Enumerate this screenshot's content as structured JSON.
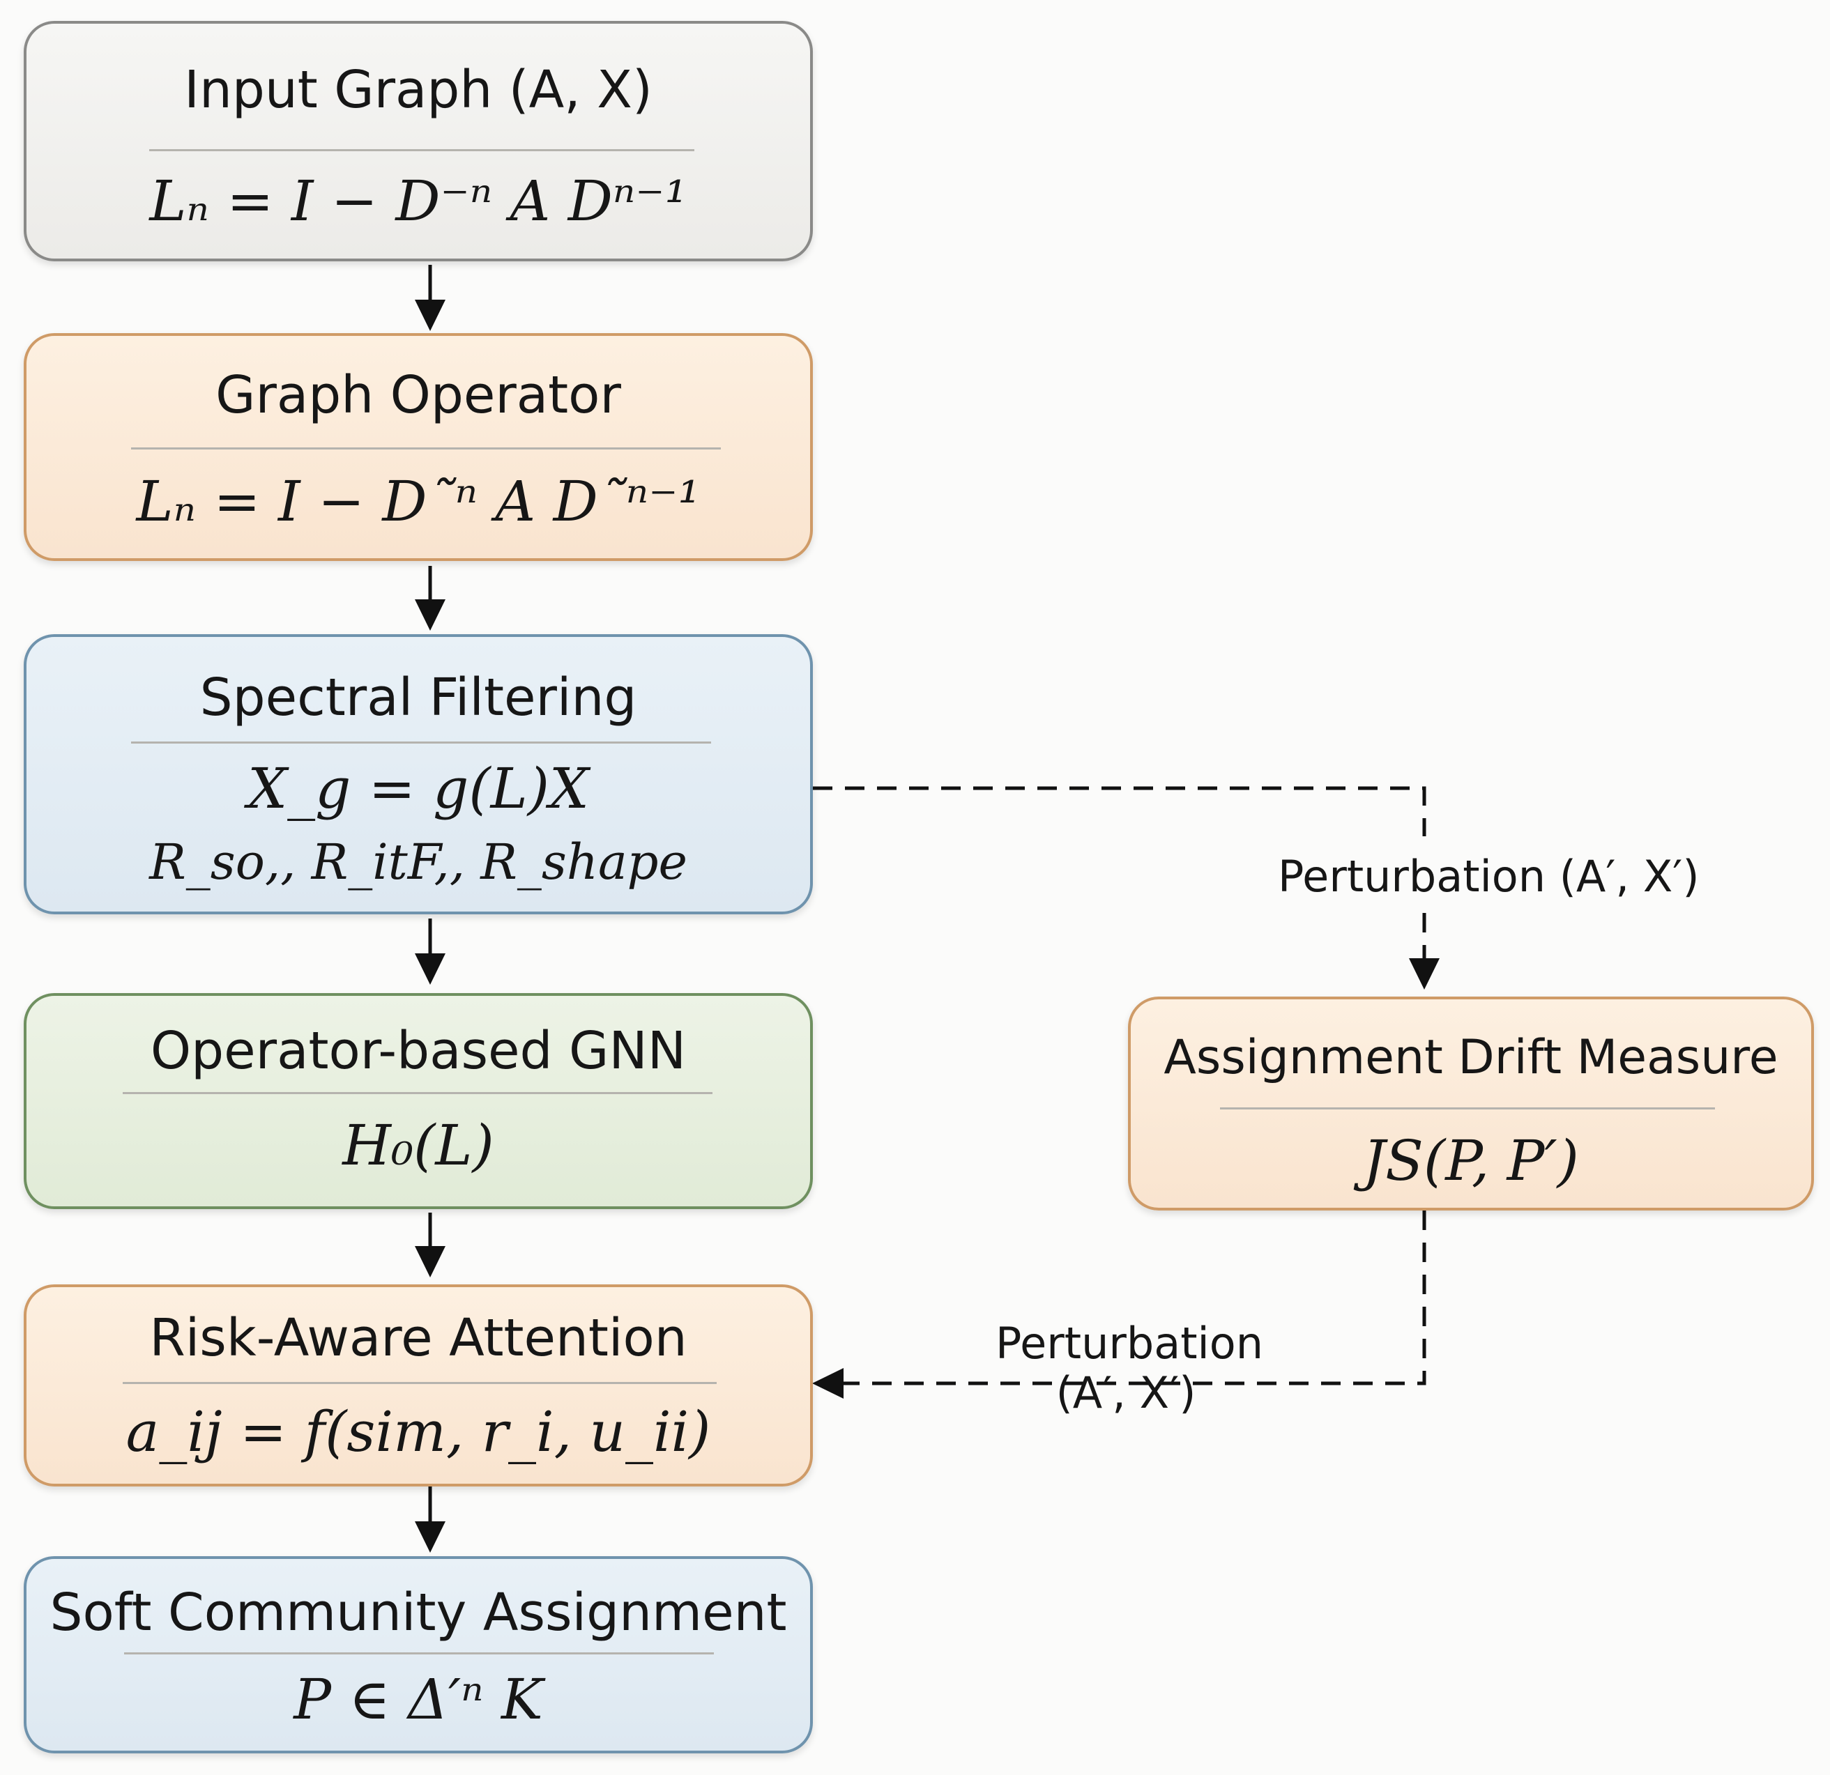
{
  "nodes": {
    "input_graph": {
      "title": "Input Graph (A, X)",
      "formula": "Lₙ = I − D⁻ⁿ A Dⁿ⁻¹"
    },
    "graph_operator": {
      "title": "Graph Operator",
      "formula": "Lₙ = I − D˜ⁿ A D˜ⁿ⁻¹"
    },
    "spectral_filtering": {
      "title": "Spectral Filtering",
      "formula": "X_g = g(L)X",
      "formula2": "R_so,, R_itF,, R_shape"
    },
    "operator_gnn": {
      "title": "Operator-based GNN",
      "formula": "H₀(L)"
    },
    "risk_attention": {
      "title": "Risk-Aware Attention",
      "formula": "a_ij = f(sim, r_i, u_ii)"
    },
    "soft_assignment": {
      "title": "Soft Community Assignment",
      "formula": "P ∈ Δ′ⁿ K"
    },
    "drift_measure": {
      "title": "Assignment Drift Measure",
      "formula": "JS(P, P′)"
    }
  },
  "edges": {
    "perturbation_top": {
      "label": "Perturbation (A′, X′)"
    },
    "perturbation_bottom": {
      "line1": "Perturbation",
      "line2": "(A′, X′)"
    }
  },
  "colors": {
    "gray_fill": "#eeeeec",
    "orange_fill": "#fbe9d6",
    "blue_fill": "#e2ecf4",
    "green_fill": "#e6eedc",
    "arrow": "#111111"
  }
}
